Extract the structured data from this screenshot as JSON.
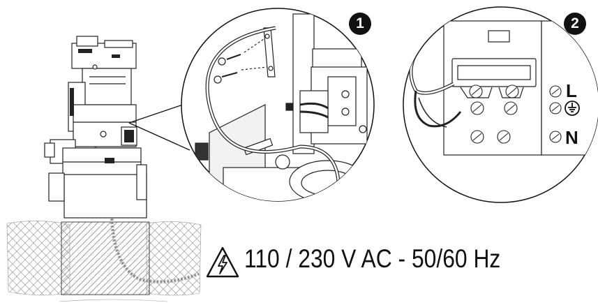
{
  "callouts": [
    {
      "number": "1"
    },
    {
      "number": "2"
    }
  ],
  "terminal_labels": {
    "line": "L",
    "earth_symbol": "earth-ground-icon",
    "neutral": "N"
  },
  "power_spec": "110 / 230 V AC - 50/60 Hz",
  "warning_icon": "electric-hazard-icon",
  "colors": {
    "ink": "#111111",
    "paper": "#ffffff",
    "hatch": "#9a9a9a"
  }
}
